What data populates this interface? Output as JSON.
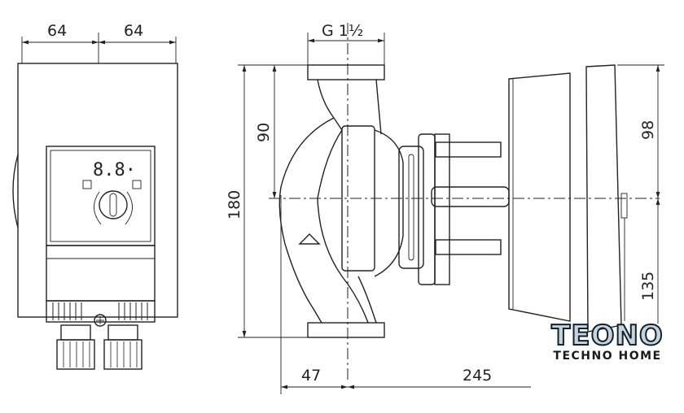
{
  "dimensions": {
    "front_left_width": "64",
    "front_right_width": "64",
    "connection_thread": "G 1½",
    "inlet_to_axis": "90",
    "port_to_port": "180",
    "top_to_axis": "98",
    "axis_to_bottom": "135",
    "axis_offset": "47",
    "axis_to_motor_end": "245"
  },
  "display": {
    "readout": "8.8·"
  },
  "logo": {
    "brand": "TEONO",
    "tagline": "TECHNO HOME"
  }
}
